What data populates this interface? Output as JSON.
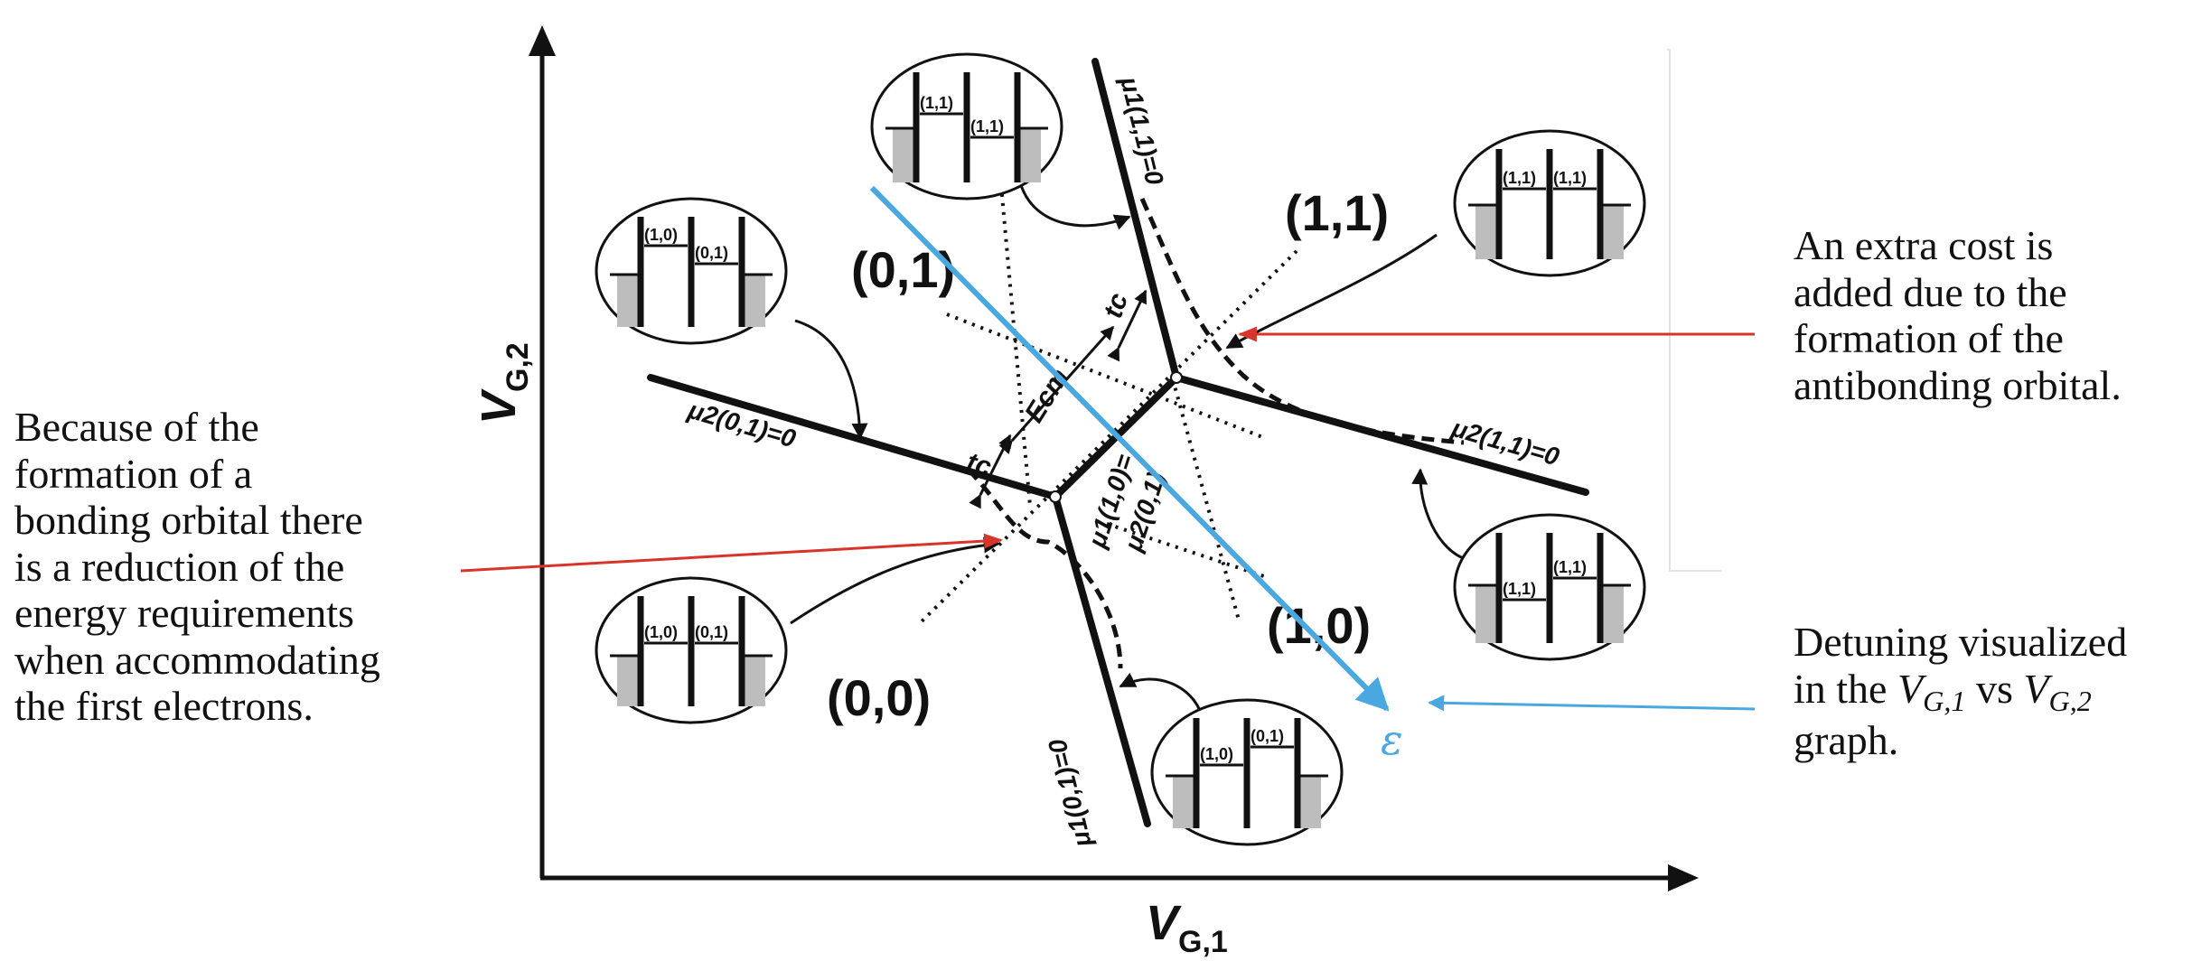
{
  "axes": {
    "x_label": "V",
    "x_sub": "G,1",
    "y_label": "V",
    "y_sub": "G,2"
  },
  "regions": [
    "(0,0)",
    "(0,1)",
    "(1,1)",
    "(1,0)"
  ],
  "lines": {
    "mu2_01": "μ2(0,1)=0",
    "mu2_11": "μ2(1,1)=0",
    "mu1_11": "μ1(1,1)=0",
    "mu1_01": "μ1(0,1)=0",
    "mu_eq_top": "μ1(1,0)=",
    "mu_eq_bot": "μ2(0,1)"
  },
  "labels": {
    "tc": "tc",
    "ecm": "Ecm",
    "epsilon": "ε"
  },
  "insets": [
    {
      "left": "(1,1)",
      "right": "(1,1)"
    },
    {
      "left": "(1,0)",
      "right": "(0,1)"
    },
    {
      "left": "(1,1)",
      "right": "(1,1)"
    },
    {
      "left": "(1,1)",
      "right": "(1,1)"
    },
    {
      "left": "(1,0)",
      "right": "(0,1)"
    },
    {
      "left": "(1,0)",
      "right": "(0,1)"
    }
  ],
  "annotations": {
    "right_top": [
      "An extra cost is",
      "added due to the",
      "formation of the",
      "antibonding orbital."
    ],
    "left": [
      "Because of the",
      "formation of a",
      "bonding orbital there",
      "is a reduction of the",
      "energy requirements",
      "when accommodating",
      "the first electrons."
    ],
    "right_bottom_line1": "Detuning visualized",
    "right_bottom_line2_pre": "in the",
    "right_bottom_var1": "V",
    "right_bottom_sub1": "G,1",
    "right_bottom_mid": "vs",
    "right_bottom_var2": "V",
    "right_bottom_sub2": "G,2",
    "right_bottom_line3": "graph."
  },
  "colors": {
    "arrow_red": "#d9342b",
    "detuning_blue": "#4aa8e0",
    "fill_gray": "#bdbdbd",
    "line_black": "#111111"
  }
}
